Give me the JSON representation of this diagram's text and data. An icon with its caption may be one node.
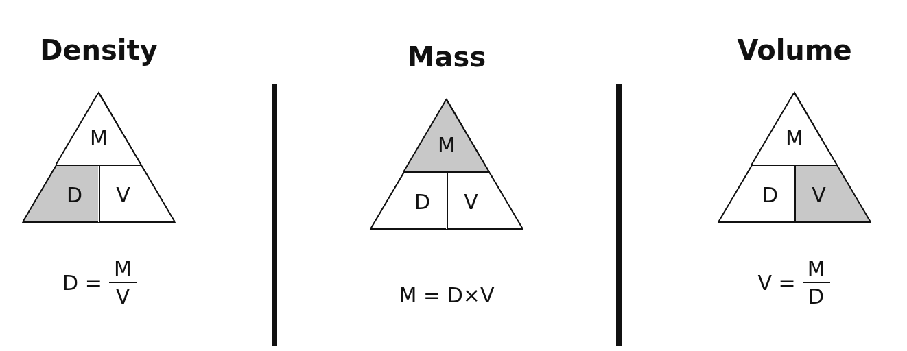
{
  "diagram": {
    "nodes": [
      {
        "text": [
          "Density"
        ]
      },
      {
        "text": [
          "M"
        ],
        "in": 0
      },
      {
        "text": [
          "D"
        ],
        "in": 0
      },
      {
        "text": [
          "V"
        ],
        "in": 0
      },
      {
        "text": [
          "Mass"
        ]
      },
      {
        "text": [
          "M"
        ],
        "in": 4
      },
      {
        "text": [
          "D"
        ],
        "in": 4
      },
      {
        "text": [
          "V"
        ],
        "in": 4
      },
      {
        "text": [
          "Volume"
        ]
      },
      {
        "text": [
          "M"
        ],
        "in": 8
      },
      {
        "text": [
          "D"
        ],
        "in": 8
      },
      {
        "text": [
          "V"
        ],
        "in": 8
      }
    ],
    "edges": [],
    "labels": [
      "D =",
      "M",
      "V",
      "M = D×V",
      "V =",
      "M",
      "D"
    ]
  }
}
